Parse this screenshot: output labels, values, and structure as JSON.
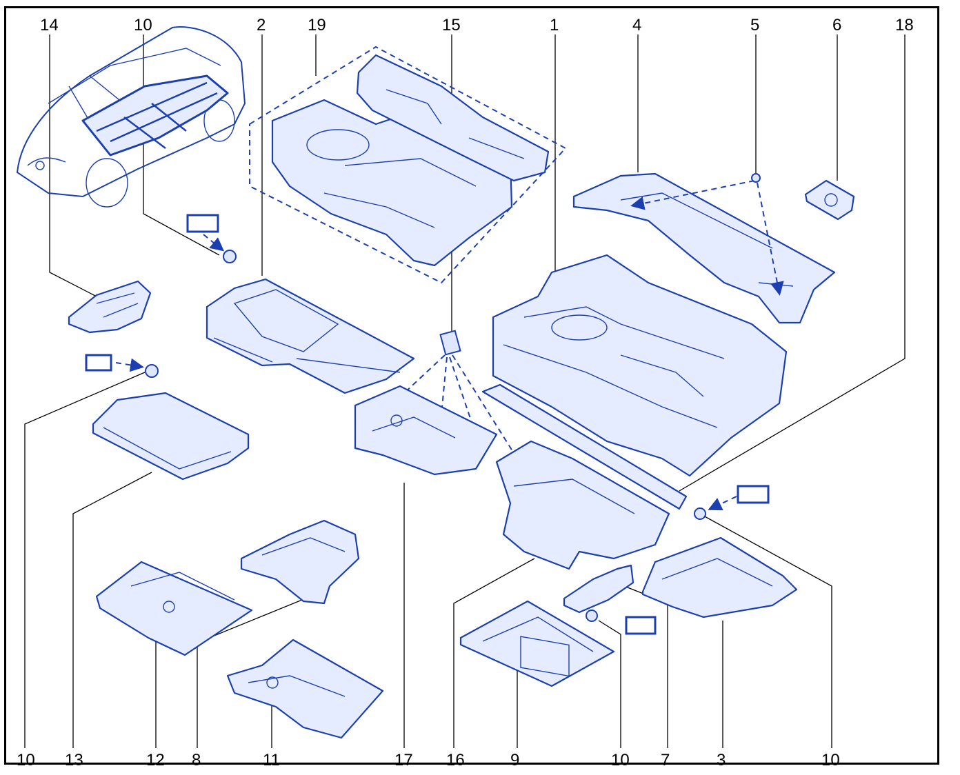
{
  "diagram": {
    "callouts_top": [
      "14",
      "10",
      "2",
      "19",
      "15",
      "1",
      "4",
      "5",
      "6",
      "18"
    ],
    "callouts_bottom": [
      "10",
      "13",
      "12",
      "8",
      "11",
      "17",
      "16",
      "9",
      "10",
      "7",
      "3",
      "10"
    ]
  },
  "colors": {
    "line": "#1c3fb0",
    "fill": "#e6ecff",
    "text": "#000000"
  }
}
